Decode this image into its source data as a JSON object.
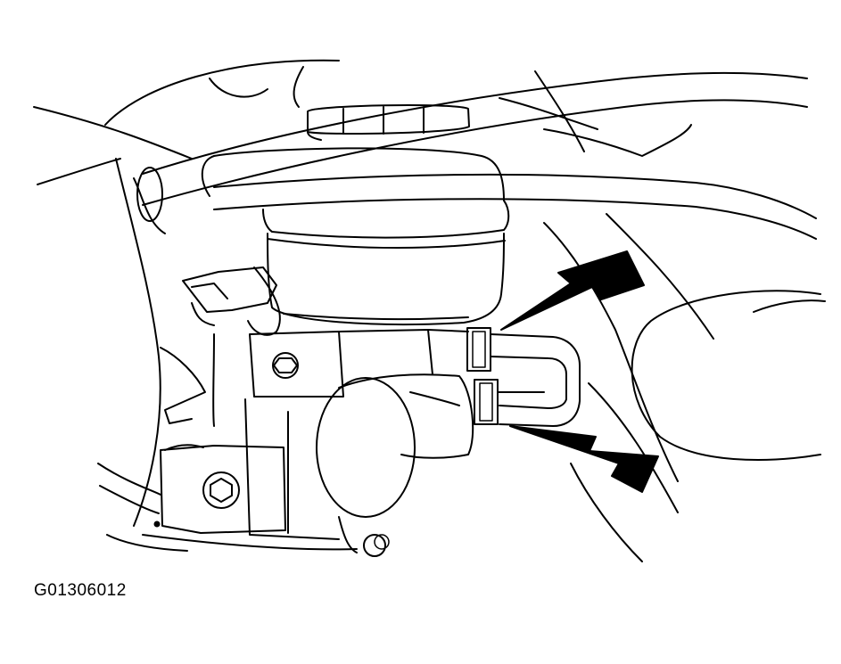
{
  "figure": {
    "id_label": "G01306012"
  },
  "colors": {
    "line": "#000000",
    "background": "#ffffff"
  },
  "icons": {
    "arrow_upper": "arrow-pointing-to-upper-brake-line-nut",
    "arrow_lower": "arrow-pointing-to-lower-brake-line-nut"
  }
}
